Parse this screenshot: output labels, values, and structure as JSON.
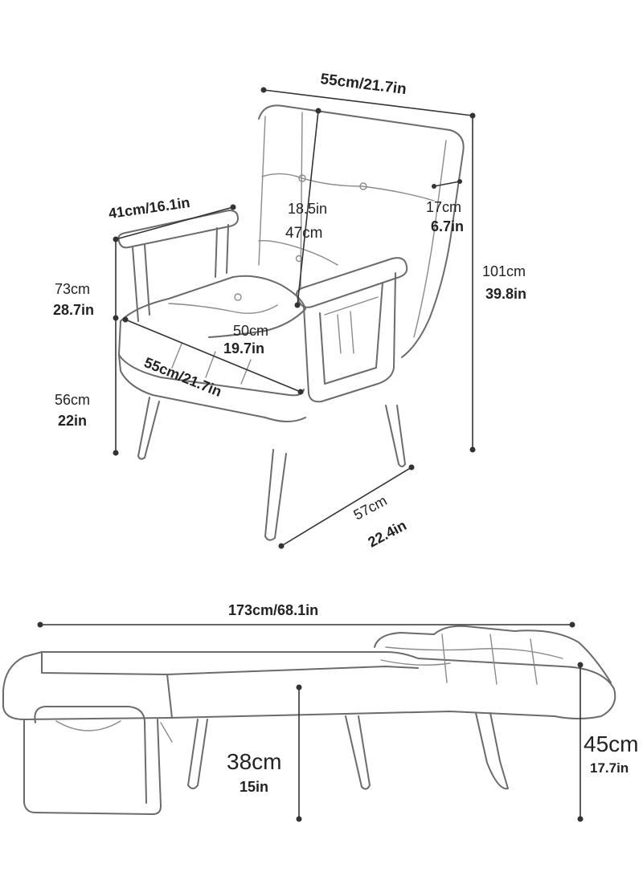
{
  "chair_view": {
    "overall_width": "55cm/21.7in",
    "armrest_length": "41cm/16.1in",
    "back_width_in": "18.5in",
    "back_width_cm": "47cm",
    "back_thickness_cm": "17cm",
    "back_thickness_in": "6.7in",
    "total_height_cm": "101cm",
    "total_height_in": "39.8in",
    "arm_height_cm": "73cm",
    "arm_height_in": "28.7in",
    "seat_depth_cm": "50cm",
    "seat_depth_in": "19.7in",
    "seat_width": "55cm/21.7in",
    "seat_height_cm": "56cm",
    "seat_height_in": "22in",
    "depth_cm": "57cm",
    "depth_in": "22.4in"
  },
  "bed_view": {
    "total_length": "173cm/68.1in",
    "bed_height_cm": "38cm",
    "bed_height_in": "15in",
    "head_height_cm": "45cm",
    "head_height_in": "17.7in"
  }
}
